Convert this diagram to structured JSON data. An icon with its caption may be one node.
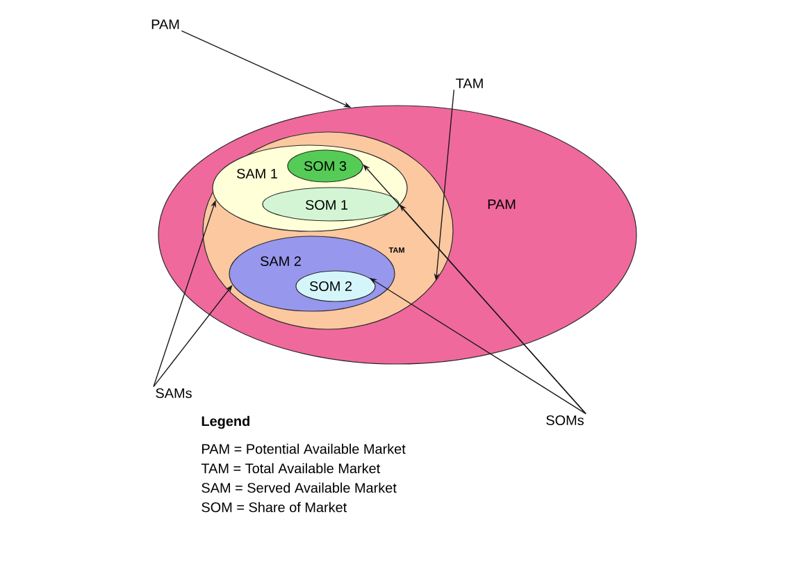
{
  "diagram": {
    "nodes": [
      {
        "text": [
          "PAM"
        ]
      },
      {
        "text": [
          "TAM"
        ]
      },
      {
        "text": [
          "PAM"
        ]
      },
      {
        "text": [
          "TAM"
        ],
        "in": 2
      },
      {
        "text": [
          "SAM 1"
        ],
        "in": 3
      },
      {
        "text": [
          "SOM 3"
        ],
        "in": 4
      },
      {
        "text": [
          "SOM 1"
        ],
        "in": 4
      },
      {
        "text": [
          "SAM 2"
        ],
        "in": 3
      },
      {
        "text": [
          "SOM 2"
        ],
        "in": 7
      },
      {
        "text": [
          "SAMs"
        ]
      },
      {
        "text": [
          "SOMs"
        ]
      }
    ],
    "edges": [
      {
        "from": 0,
        "to": 2,
        "arrow": "to"
      },
      {
        "from": 1,
        "to": 3,
        "arrow": "to"
      },
      {
        "from": 9,
        "to": 4,
        "arrow": "to"
      },
      {
        "from": 9,
        "to": 7,
        "arrow": "to"
      },
      {
        "from": 10,
        "to": 5,
        "arrow": "to"
      },
      {
        "from": 10,
        "to": 6,
        "arrow": "to"
      },
      {
        "from": 10,
        "to": 8,
        "arrow": "to"
      }
    ],
    "labels": [
      "Legend",
      "PAM = Potential Available Market",
      "TAM = Total Available Market",
      "SAM = Served Available Market",
      "SOM = Share of Market"
    ]
  }
}
